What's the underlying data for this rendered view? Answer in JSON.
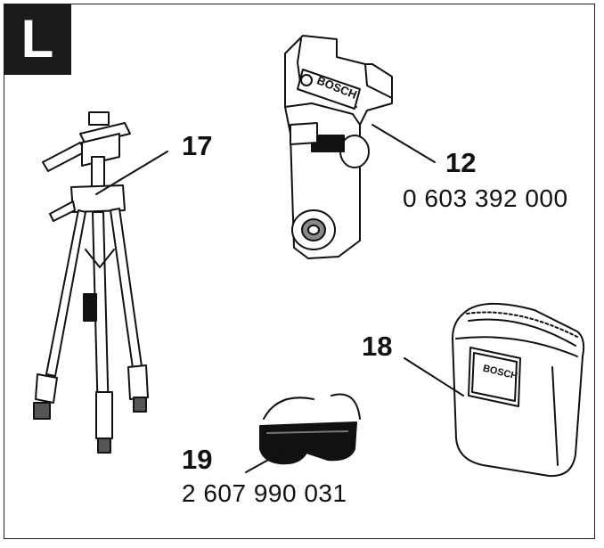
{
  "section_letter": "L",
  "parts": [
    {
      "number": "17",
      "code": ""
    },
    {
      "number": "12",
      "code": "0 603 392 000"
    },
    {
      "number": "18",
      "code": ""
    },
    {
      "number": "19",
      "code": "2 607 990 031"
    }
  ],
  "brand_text": "BOSCH"
}
